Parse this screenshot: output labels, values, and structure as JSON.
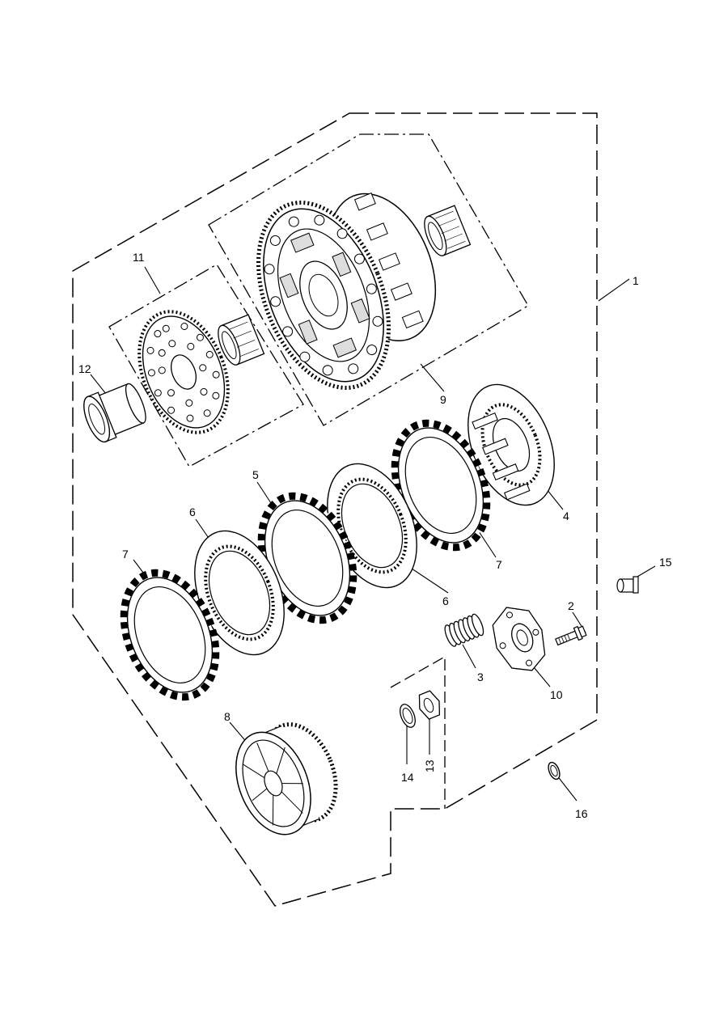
{
  "diagram": {
    "callouts": [
      {
        "id": "1",
        "label": "1"
      },
      {
        "id": "2",
        "label": "2"
      },
      {
        "id": "3",
        "label": "3"
      },
      {
        "id": "4",
        "label": "4"
      },
      {
        "id": "5",
        "label": "5"
      },
      {
        "id": "6a",
        "label": "6"
      },
      {
        "id": "6b",
        "label": "6"
      },
      {
        "id": "7a",
        "label": "7"
      },
      {
        "id": "7b",
        "label": "7"
      },
      {
        "id": "8",
        "label": "8"
      },
      {
        "id": "9",
        "label": "9"
      },
      {
        "id": "10",
        "label": "10"
      },
      {
        "id": "11",
        "label": "11"
      },
      {
        "id": "12",
        "label": "12"
      },
      {
        "id": "13",
        "label": "13"
      },
      {
        "id": "14",
        "label": "14"
      },
      {
        "id": "15",
        "label": "15"
      },
      {
        "id": "16",
        "label": "16"
      }
    ],
    "colors": {
      "line": "#000000",
      "background": "#ffffff"
    }
  }
}
